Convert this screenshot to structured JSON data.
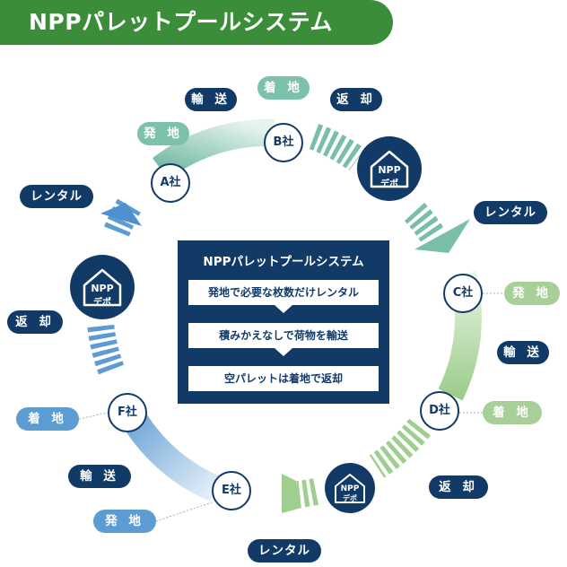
{
  "title": "NPPパレットプールシステム",
  "nodes": {
    "a": "A社",
    "b": "B社",
    "c": "C社",
    "d": "D社",
    "e": "E社",
    "f": "F社"
  },
  "depot": {
    "line1": "NPP",
    "line2": "デポ"
  },
  "labels": {
    "yuso": "輸 送",
    "chakuchi": "着 地",
    "henkyaku": "返 却",
    "hatchi": "発 地",
    "rental": "レンタル"
  },
  "center": {
    "title": "NPPパレットプールシステム",
    "steps": [
      "発地で必要な枚数だけレンタル",
      "積みかえなしで荷物を輸送",
      "空パレットは着地で返却"
    ]
  },
  "colors": {
    "brand_green": "#3c8d3a",
    "navy": "#123a66",
    "teal": "#7cc2a8",
    "light_green": "#a8cf98",
    "blue": "#5d9cd2"
  }
}
